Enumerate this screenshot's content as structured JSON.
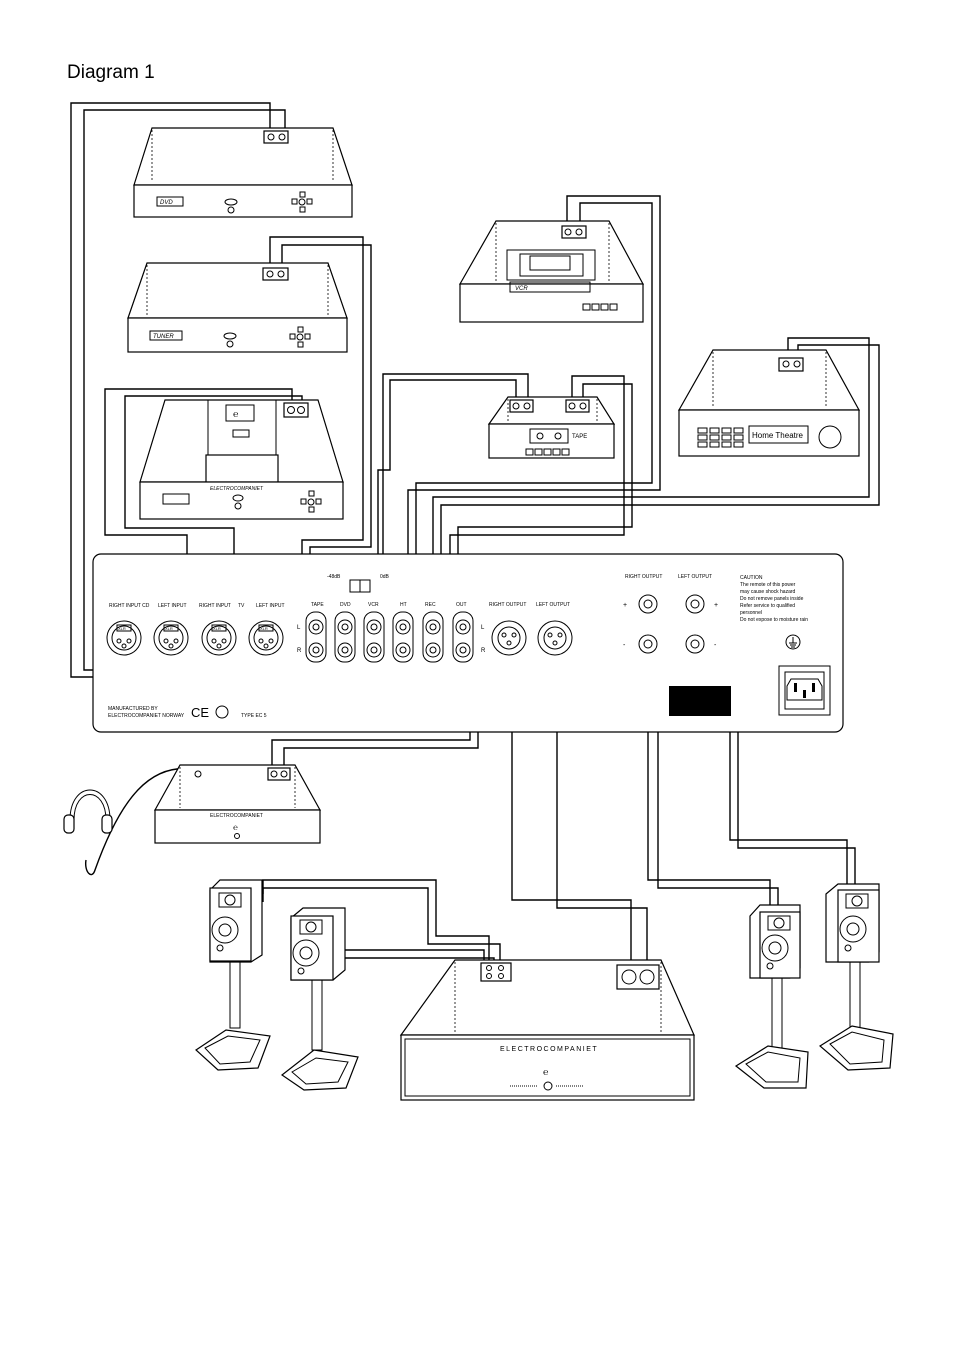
{
  "title": "Diagram 1",
  "devices": {
    "dvd": "DVD",
    "tuner": "TUNER",
    "vcr": "VCR",
    "tape": "TAPE",
    "home_theatre": "Home Theatre",
    "cd_brand": "ELECTROCOMPANIET",
    "headamp_brand": "ELECTROCOMPANIET",
    "power_amp_brand": "ELECTROCOMPANIET"
  },
  "rear_panel": {
    "input_labels": {
      "right_input_cd": "RIGHT INPUT CD",
      "left_input": "LEFT INPUT",
      "right_input": "RIGHT INPUT",
      "tv": "TV",
      "left_input_2": "LEFT INPUT",
      "tape": "TAPE",
      "dvd": "DVD",
      "vcr": "VCR",
      "ht": "HT",
      "rec": "REC",
      "out": "OUT",
      "right_output": "RIGHT OUTPUT",
      "left_output": "LEFT OUTPUT",
      "right_output_spk": "RIGHT OUTPUT",
      "left_output_spk": "LEFT OUTPUT"
    },
    "switch_left": "-48dB",
    "switch_right": "0dB",
    "channel_l": "L",
    "channel_r": "R",
    "plus": "+",
    "minus": "-",
    "xlr_badge": "XLR",
    "caution_lines": [
      "CAUTION",
      "The remote of this power",
      "may cause shock hazard",
      "Do not remove panels inside",
      "Refer service to qualified",
      "personnel",
      "Do not expose to moisture rain"
    ],
    "manufacturer_lines": [
      "MANUFACTURED BY",
      "ELECTROCOMPANIET NORWAY"
    ],
    "type_label": "TYPE  EC 5",
    "ce_mark": "CE"
  },
  "colors": {
    "line": "#000000",
    "background": "#ffffff"
  }
}
